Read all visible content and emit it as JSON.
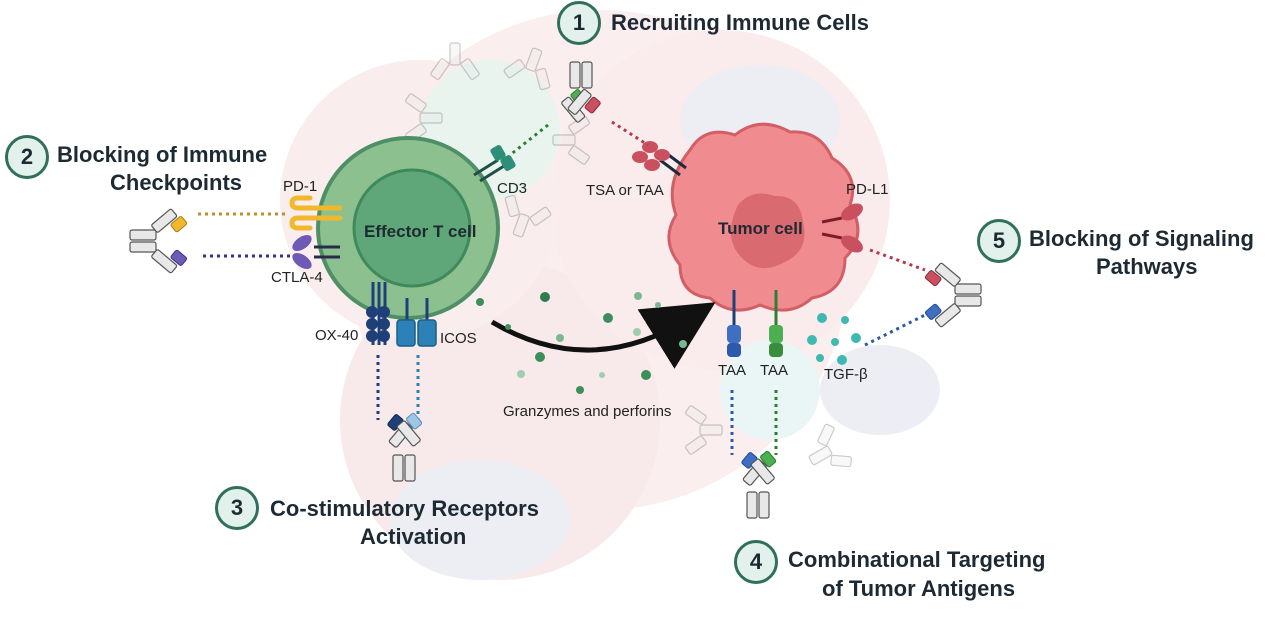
{
  "strategies": {
    "s1": {
      "number": "1",
      "title": "Recruiting Immune Cells"
    },
    "s2": {
      "number": "2",
      "title_line1": "Blocking of Immune",
      "title_line2": "Checkpoints"
    },
    "s3": {
      "number": "3",
      "title_line1": "Co-stimulatory Receptors",
      "title_line2": "Activation"
    },
    "s4": {
      "number": "4",
      "title_line1": "Combinational Targeting",
      "title_line2": "of Tumor Antigens"
    },
    "s5": {
      "number": "5",
      "title_line1": "Blocking of Signaling",
      "title_line2": "Pathways"
    }
  },
  "cells": {
    "effector": "Effector T cell",
    "tumor": "Tumor cell"
  },
  "labels": {
    "pd1": "PD-1",
    "ctla4": "CTLA-4",
    "cd3": "CD3",
    "tsa_taa": "TSA or TAA",
    "pdl1": "PD-L1",
    "ox40": "OX-40",
    "icos": "ICOS",
    "granzymes": "Granzymes and perforins",
    "taa_left": "TAA",
    "taa_right": "TAA",
    "tgfb": "TGF-β"
  },
  "colors": {
    "badge_border": "#2f6f5b",
    "tcell_outer": "#8cc08f",
    "tcell_inner": "#5fa778",
    "tumor": "#f08c8f",
    "tumor_nucleus": "#d96a70",
    "pd1_yellow": "#f0b82a",
    "ctla4_purple": "#6e5ab5",
    "cd3_green": "#3aa06b",
    "tsa_red": "#c9505f",
    "ox40_navy": "#1f3f78",
    "icos_blue": "#2c82b6",
    "tgfb_teal": "#3fb8b2"
  }
}
